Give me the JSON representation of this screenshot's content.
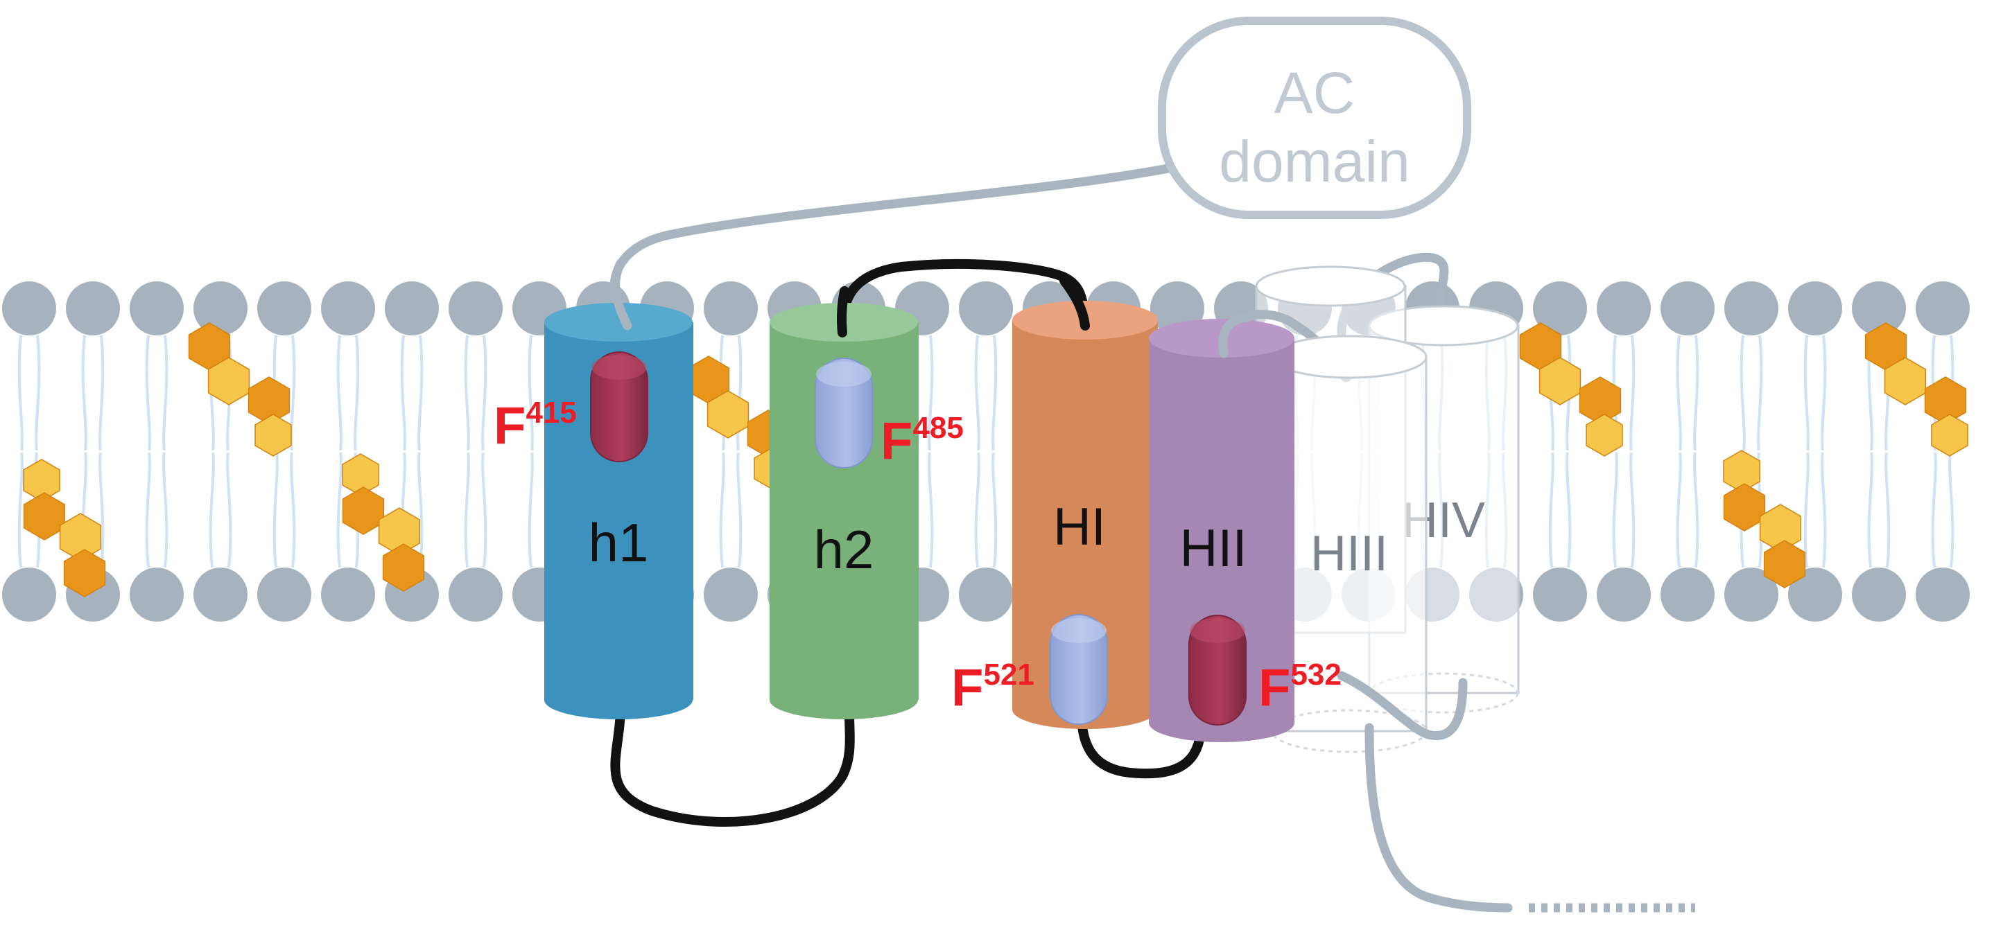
{
  "ac_domain": {
    "line1": "AC",
    "line2": "domain"
  },
  "helices": [
    {
      "key": "h1",
      "label": "h1",
      "color": "#3d92bd",
      "top_color": "#57a9cd"
    },
    {
      "key": "h2",
      "label": "h2",
      "color": "#78b27a",
      "top_color": "#98c99a"
    },
    {
      "key": "HI",
      "label": "HI",
      "color": "#d5895a",
      "top_color": "#eba27e"
    },
    {
      "key": "HII",
      "label": "HII",
      "color": "#a587b4",
      "top_color": "#b998c8"
    },
    {
      "key": "HIII",
      "label": "HIII",
      "color": "transparent",
      "top_color": "transparent"
    },
    {
      "key": "HIV",
      "label": "HIV",
      "color": "transparent",
      "top_color": "transparent"
    }
  ],
  "residues": [
    {
      "letter": "F",
      "number": "415",
      "pill_color": "#a83a58"
    },
    {
      "letter": "F",
      "number": "485",
      "pill_color": "#a4b7e4"
    },
    {
      "letter": "F",
      "number": "521",
      "pill_color": "#a4b7e4"
    },
    {
      "letter": "F",
      "number": "532",
      "pill_color": "#a83a58"
    }
  ],
  "colors": {
    "lipid_head": "#a6b3bf",
    "lipid_tail": "#cfe3f5",
    "loop_dark": "#121212",
    "loop_grey": "#a8b4c0",
    "residue_label": "#ee1c24",
    "cholesterol_dark": "#e8961b",
    "cholesterol_light": "#f6c64a"
  }
}
